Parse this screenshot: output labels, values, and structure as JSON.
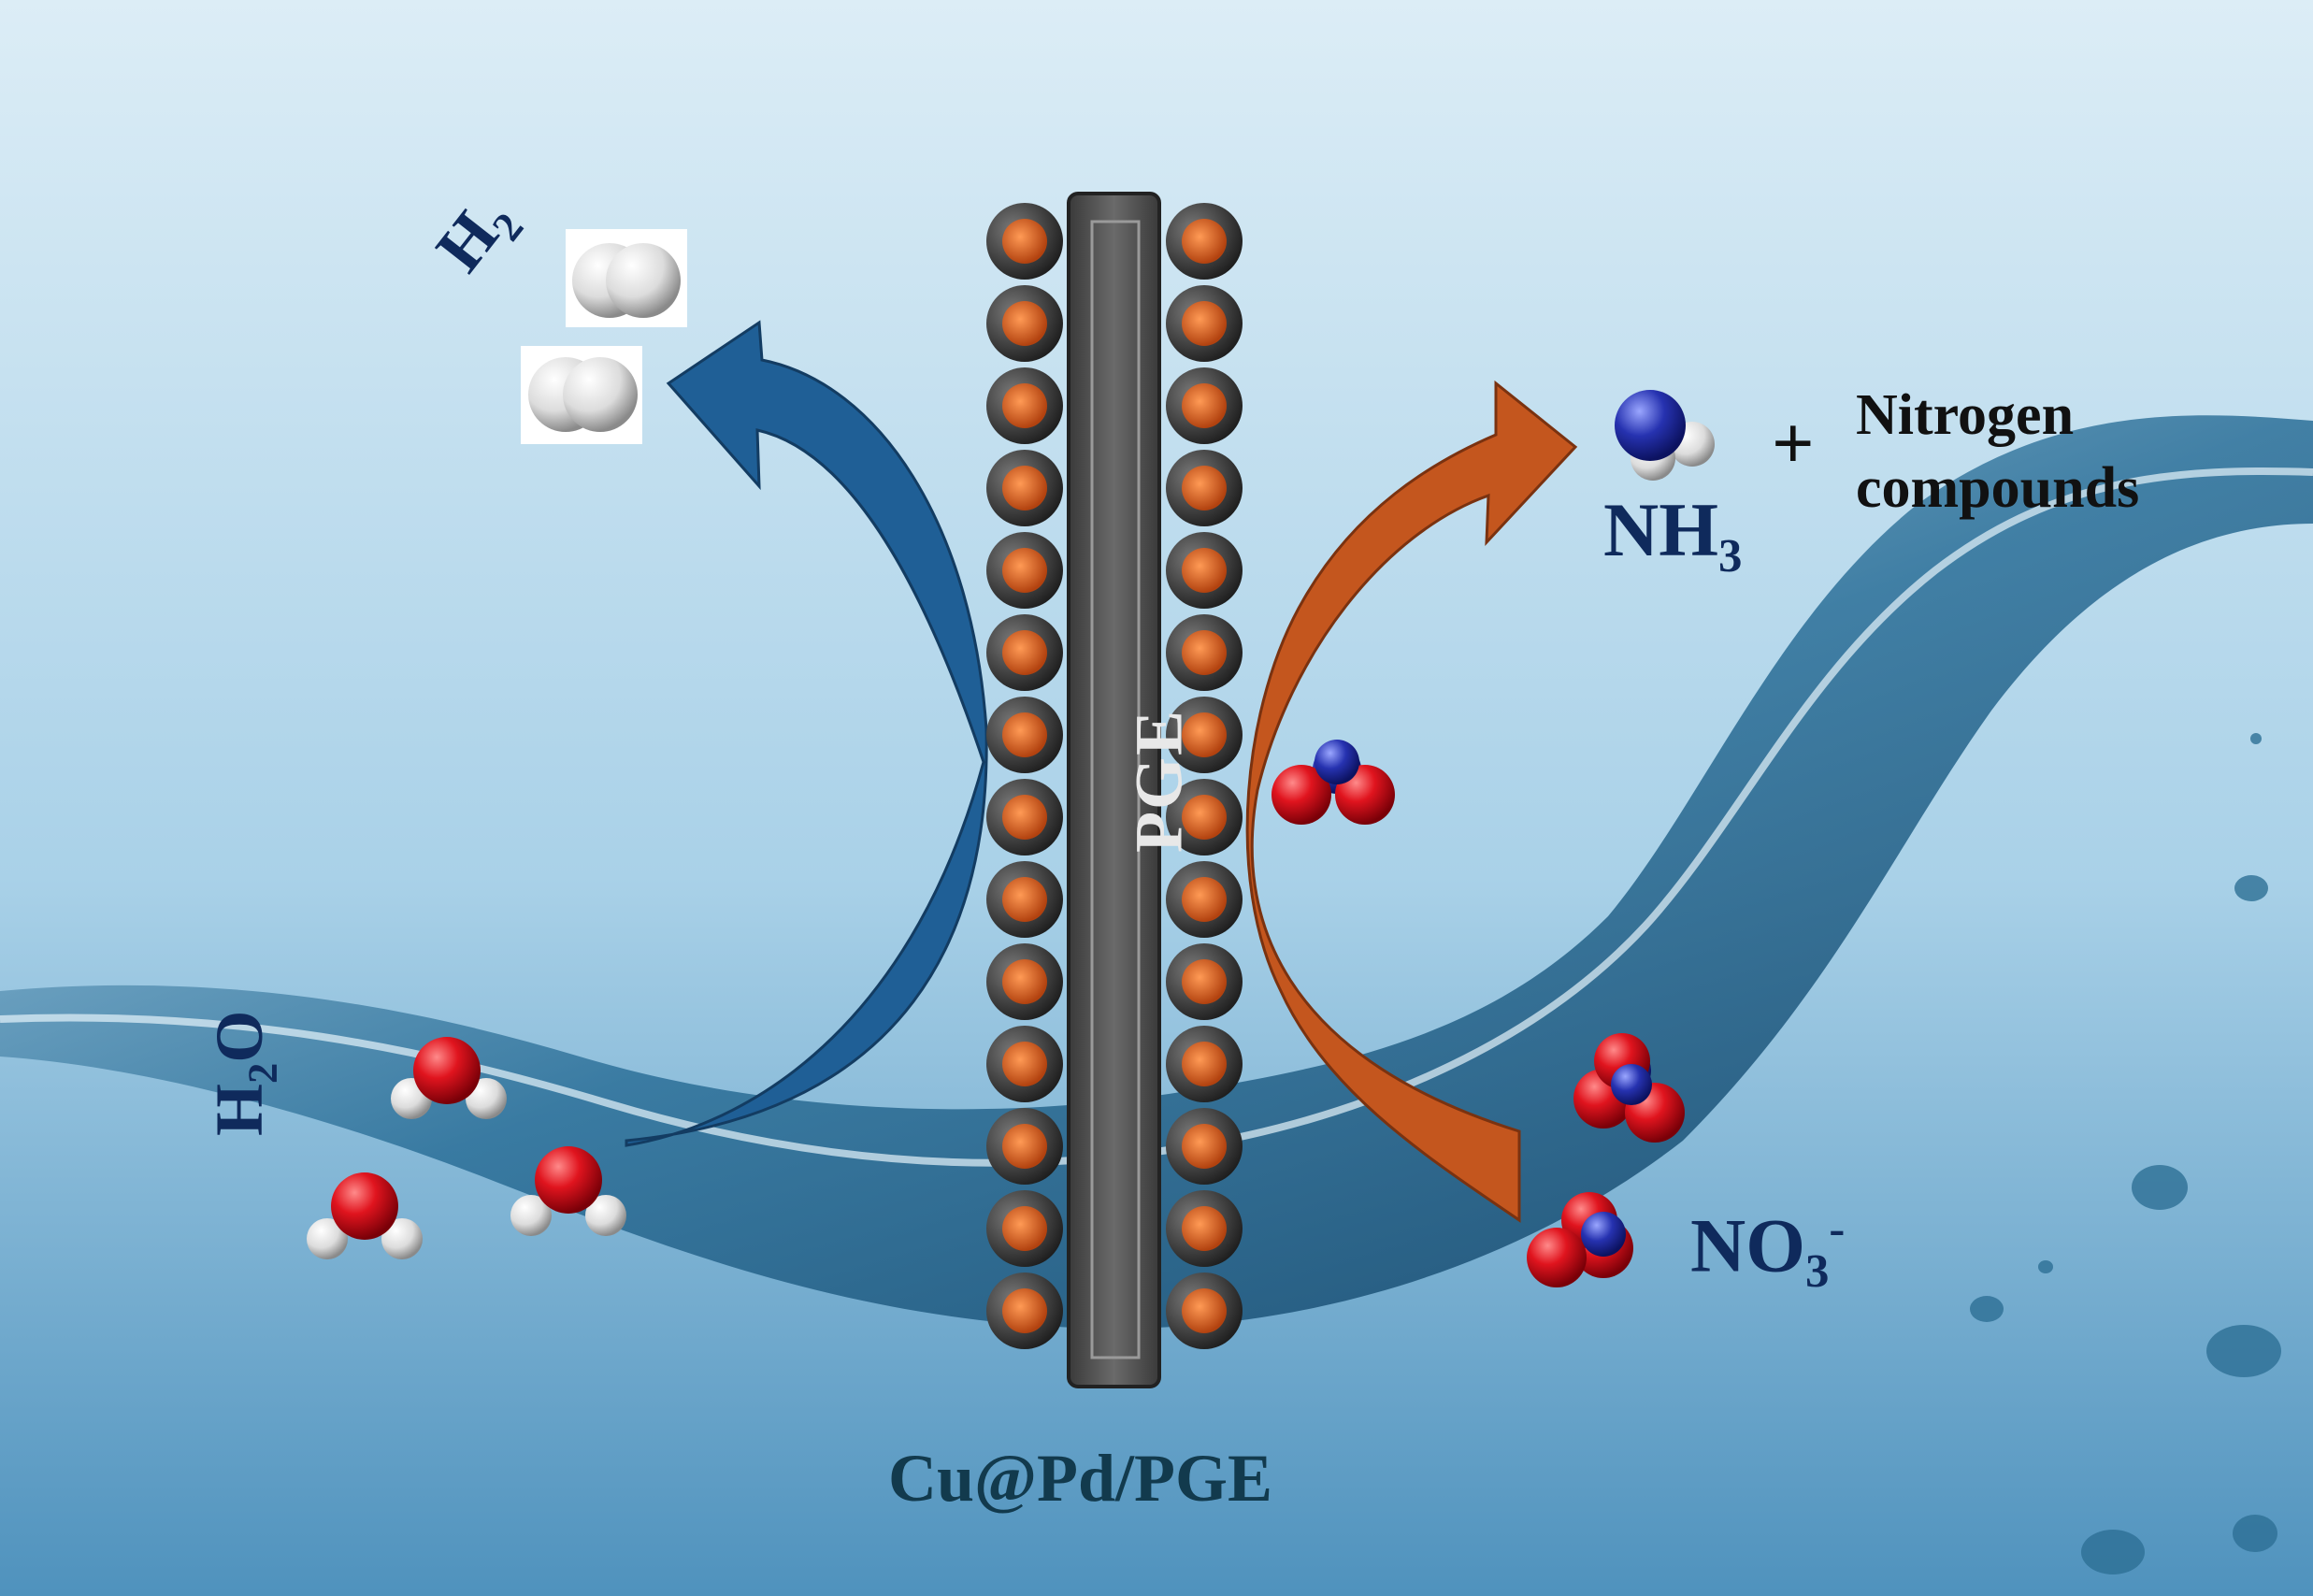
{
  "labels": {
    "h2": "H",
    "h2_sub": "2",
    "h2o_h": "H",
    "h2o_sub": "2",
    "h2o_o": "O",
    "nh3": "NH",
    "nh3_sub": "3",
    "plus": "+",
    "nitrogen_line1": "Nitrogen",
    "nitrogen_line2": "compounds",
    "no3": "NO",
    "no3_sub": "3",
    "no3_sup": "-",
    "electrode": "Cu@Pd/PGE",
    "pge": "PGE"
  },
  "colors": {
    "background_top": "#d8ecf6",
    "background_bottom": "#6aa8cc",
    "water": "#1e5f86",
    "blue_arrow": "#1f5f96",
    "orange_arrow": "#c4561e",
    "electrode_body": "#555555",
    "particle_shell": "#3a3a3a",
    "particle_core": "#d2551a",
    "label_text": "#0f2a5c",
    "oxygen": "#e0141e",
    "hydrogen": "#f0f0f0",
    "nitrogen": "#2632b0"
  },
  "particles_per_side": 14
}
